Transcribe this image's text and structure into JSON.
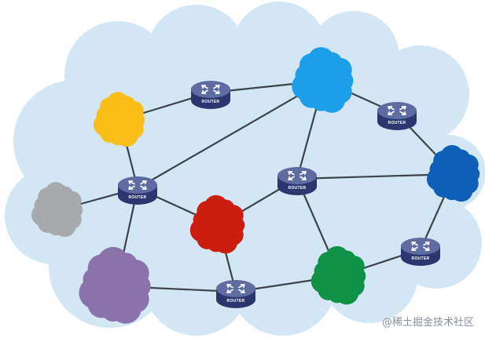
{
  "router_label": "ROUTER",
  "watermark": "@稀土掘金技术社区",
  "colors": {
    "background_cloud": "#d3e6f3",
    "link": "#3d4348",
    "router_top": "#5f6ca2",
    "router_side": "#2c3770",
    "cloud_yellow": "#fbbd18",
    "cloud_light_blue": "#1d9ee9",
    "cloud_dark_blue": "#0d5fb8",
    "cloud_gray": "#a7a9ac",
    "cloud_red": "#cc1e10",
    "cloud_green": "#0f9248",
    "cloud_purple": "#8a72ab"
  },
  "nodes": [
    {
      "id": "router-top",
      "kind": "router"
    },
    {
      "id": "router-top-right",
      "kind": "router"
    },
    {
      "id": "router-left",
      "kind": "router"
    },
    {
      "id": "router-center",
      "kind": "router"
    },
    {
      "id": "router-right",
      "kind": "router"
    },
    {
      "id": "router-bottom",
      "kind": "router"
    },
    {
      "id": "cloud-yellow",
      "kind": "cloud",
      "color": "cloud_yellow"
    },
    {
      "id": "cloud-light-blue",
      "kind": "cloud",
      "color": "cloud_light_blue"
    },
    {
      "id": "cloud-dark-blue",
      "kind": "cloud",
      "color": "cloud_dark_blue"
    },
    {
      "id": "cloud-gray",
      "kind": "cloud",
      "color": "cloud_gray"
    },
    {
      "id": "cloud-red",
      "kind": "cloud",
      "color": "cloud_red"
    },
    {
      "id": "cloud-green",
      "kind": "cloud",
      "color": "cloud_green"
    },
    {
      "id": "cloud-purple",
      "kind": "cloud",
      "color": "cloud_purple"
    }
  ],
  "links": [
    [
      "cloud-yellow",
      "router-top"
    ],
    [
      "router-top",
      "cloud-light-blue"
    ],
    [
      "cloud-light-blue",
      "router-top-right"
    ],
    [
      "router-top-right",
      "cloud-dark-blue"
    ],
    [
      "cloud-yellow",
      "router-left"
    ],
    [
      "router-left",
      "cloud-light-blue"
    ],
    [
      "router-center",
      "cloud-light-blue"
    ],
    [
      "router-center",
      "cloud-dark-blue"
    ],
    [
      "cloud-dark-blue",
      "router-right"
    ],
    [
      "router-right",
      "cloud-green"
    ],
    [
      "router-center",
      "cloud-green"
    ],
    [
      "router-center",
      "cloud-red"
    ],
    [
      "router-left",
      "cloud-red"
    ],
    [
      "router-left",
      "cloud-gray"
    ],
    [
      "router-left",
      "cloud-purple"
    ],
    [
      "cloud-purple",
      "router-bottom"
    ],
    [
      "router-bottom",
      "cloud-green"
    ],
    [
      "cloud-red",
      "router-bottom"
    ]
  ]
}
